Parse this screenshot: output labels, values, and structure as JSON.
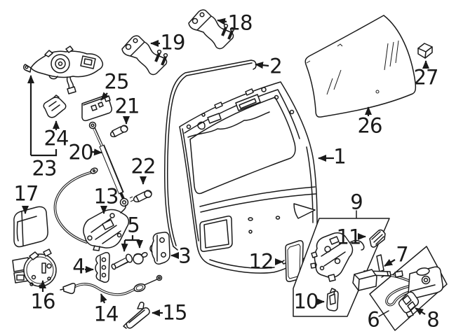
{
  "diagram": {
    "background_color": "#ffffff",
    "line_color": "#1a1a1a",
    "callouts": [
      {
        "label": "1"
      },
      {
        "label": "2"
      },
      {
        "label": "3"
      },
      {
        "label": "4"
      },
      {
        "label": "5"
      },
      {
        "label": "6"
      },
      {
        "label": "7"
      },
      {
        "label": "8"
      },
      {
        "label": "9"
      },
      {
        "label": "10"
      },
      {
        "label": "11"
      },
      {
        "label": "12"
      },
      {
        "label": "13"
      },
      {
        "label": "14"
      },
      {
        "label": "15"
      },
      {
        "label": "16"
      },
      {
        "label": "17"
      },
      {
        "label": "18"
      },
      {
        "label": "19"
      },
      {
        "label": "20"
      },
      {
        "label": "21"
      },
      {
        "label": "22"
      },
      {
        "label": "23"
      },
      {
        "label": "24"
      },
      {
        "label": "25"
      },
      {
        "label": "26"
      },
      {
        "label": "27"
      }
    ]
  }
}
